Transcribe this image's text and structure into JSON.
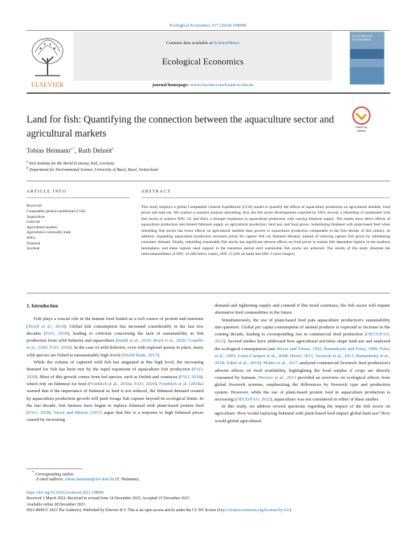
{
  "journal_ref": "Ecological Economics 217 (2024) 108090",
  "header": {
    "contents_prefix": "Contents lists available at ",
    "contents_link": "ScienceDirect",
    "journal_name": "Ecological Economics",
    "homepage_prefix": "journal homepage: ",
    "homepage_link": "www.elsevier.com/locate/ecolecon",
    "publisher_logo": "ELSEVIER",
    "cover_title": "ECOLOGICAL ECONOMICS"
  },
  "check_updates": "Check for updates",
  "title": "Land for fish: Quantifying the connection between the aquaculture sector and agricultural markets",
  "authors": {
    "author1": "Tobias Heimann",
    "author1_sup": "a,*",
    "sep": ", ",
    "author2": "Ruth Delzeit",
    "author2_sup": "b"
  },
  "affiliations": {
    "a_sup": "a",
    "a": "Kiel Institute for the World Economy, Kiel, Germany",
    "b_sup": "b",
    "b": "Department for Environmental Science, University of Basel, Basel, Switzerland"
  },
  "article_info_head": "ARTICLE INFO",
  "abstract_head": "ABSTRACT",
  "keywords_head": "Keywords",
  "keywords": [
    "Computable general equilibrium (CGE)",
    "Aquaculture",
    "Land use",
    "Agricultural markets",
    "Agricultural commodity trade",
    "SDGs",
    "Fishmeal",
    "Soymeal"
  ],
  "abstract": "This study employs a global Computable General Equilibrium (CGE) model to quantify the effects of aquaculture production on agricultural markets, food prices and land use. We conduct a scenario analysis simulating, first, the fish sector developments expected by FAO; second, a rebuilding of sustainable wild fish stocks to achieve SDG 14; and third, a stronger expansion in aquaculture production with varying fishmeal supply. The results show direct effects of aquaculture production and limited fishmeal supply on agricultural production, land use, and food prices. Substituting fishmeal with plant-based feed when rebuilding fish stocks has lower effects on agricultural markets than growth in aquaculture production comparable to the first decade of this century. In addition, expanding aquaculture production increases prices for capture fish via fishmeal demand, instead of reducing capture fish prices by substituting consumer demand. Finally, rebuilding sustainable fish stocks has significant adverse effects on food prices in marine fish dependent regions in the southern hemisphere, and these regions need support in the transition period until sustainable fish stocks are achieved. The results of this study illustrate the interconnectedness of SDG 14 (life below water), SDG 15 (life on land) and SDG 2 (zero hunger).",
  "intro_heading": "1.  Introduction",
  "left_paragraphs": [
    [
      {
        "t": "Fish plays a crucial role in the human food basket as a rich source of protein and nutrients ("
      },
      {
        "t": "Troell et al., 2014",
        "c": true
      },
      {
        "t": "). Global fish consumption has increased considerably in the last few decades ("
      },
      {
        "t": "FAO, 2018",
        "c": true
      },
      {
        "t": "), leading to criticism concerning the lack of sustainability in fish production from wild fisheries and aquaculture ("
      },
      {
        "t": "Smith et al., 2010; Boyd et al., 2020; Costello et al., 2020; FAO, 2020",
        "c": true
      },
      {
        "t": "). In the case of wild fisheries, even with regional quotas in place, many wild species are fished at unsustainably high levels ("
      },
      {
        "t": "World Bank, 2017",
        "c": true
      },
      {
        "t": ")."
      }
    ],
    [
      {
        "t": "While the volume of captured wild fish has stagnated at this high level, the increasing demand for fish has been met by the rapid expansion of aquaculture fish production ("
      },
      {
        "t": "FAO, 2020",
        "c": true
      },
      {
        "t": "). Most of this growth comes from fed species, such as finfish and crustacea ("
      },
      {
        "t": "FAO, 2018",
        "c": true
      },
      {
        "t": "), which rely on fishmeal for feed ("
      },
      {
        "t": "Froehlich et al., 2018a; FAO, 2020",
        "c": true
      },
      {
        "t": "). "
      },
      {
        "t": "Froehlich et al. (2018a)",
        "c": true
      },
      {
        "t": " warned that if the importance of fishmeal as feed is not reduced, the fishmeal demand created by aquaculture production growth will push forage fish capture beyond its ecological limits. In the last decade, fish farmers have begun to replace fishmeal with plant-based protein feed ("
      },
      {
        "t": "FAO, 2018",
        "c": true
      },
      {
        "t": "). "
      },
      {
        "t": "Tacon and Metian (2015)",
        "c": true
      },
      {
        "t": " argue that this is a response to high fishmeal prices caused by increasing"
      }
    ]
  ],
  "right_paragraphs": [
    [
      {
        "t": "demand and tightening supply and contend if this trend continues, the fish sector will require alternative feed commodities in the future."
      }
    ],
    [
      {
        "t": "Simultaneously, the use of plant-based feed puts aquaculture production's sustainability into question. Global per capita consumption of animal products is expected to increase in the coming decade, leading to corresponding rise in commercial feed production ("
      },
      {
        "t": "OECD/FAO, 2022",
        "c": true
      },
      {
        "t": "). Several studies have addressed how agricultural activities shape land use and analyzed the ecological consequences (see "
      },
      {
        "t": "Meyer and Turner, 1992; Ramankutty and Foley, 1999; Foley et al., 2005; Lotze-Campen et al., 2008; Hertel, 2011, Vaclavik et al., 2013; Ramankutty et al., 2018; Zabel et al., 2019",
        "c": true
      },
      {
        "t": "). "
      },
      {
        "t": "Mottet et al., 2017",
        "c": true
      },
      {
        "t": " analyzed commercial livestock feed production's adverse effects on food availability, highlighting the food surplus if crops are directly consumed by humans. "
      },
      {
        "t": "Herrero et al., 2013",
        "c": true
      },
      {
        "t": " provided an overview on ecological effects from global livestock systems, emphasizing the differences by livestock type and production system. However, while the use of plant-based protein feed in aquaculture production is increasing ("
      },
      {
        "t": "OECD/FAO, 2022",
        "c": true
      },
      {
        "t": "), aquaculture was not considered in either of these studies."
      }
    ],
    [
      {
        "t": "In this study, we address several questions regarding the impact of the fish sector on agriculture: How would replacing fishmeal with plant-based feed impact global land use? How would global agricultural"
      }
    ]
  ],
  "footnotes": {
    "corresponding": "Corresponding author.",
    "corr_mark": "*",
    "email_label": "E-mail address: ",
    "email": "tobias.heimann@ifw-kiel.de",
    "email_suffix": " (T. Heimann)."
  },
  "doi_block": {
    "doi": "https://doi.org/10.1016/j.ecolecon.2023.108090",
    "received": "Received 3 March 2022; Received in revised form 14 December 2023; Accepted 15 December 2023",
    "online": "Available online 28 December 2023",
    "license_prefix": "0921-8009/© 2023 The Author(s). Published by Elsevier B.V. This is an open access article under the CC BY license (",
    "license_link": "http://creativecommons.org/licenses/by/4.0/",
    "license_suffix": ")."
  }
}
